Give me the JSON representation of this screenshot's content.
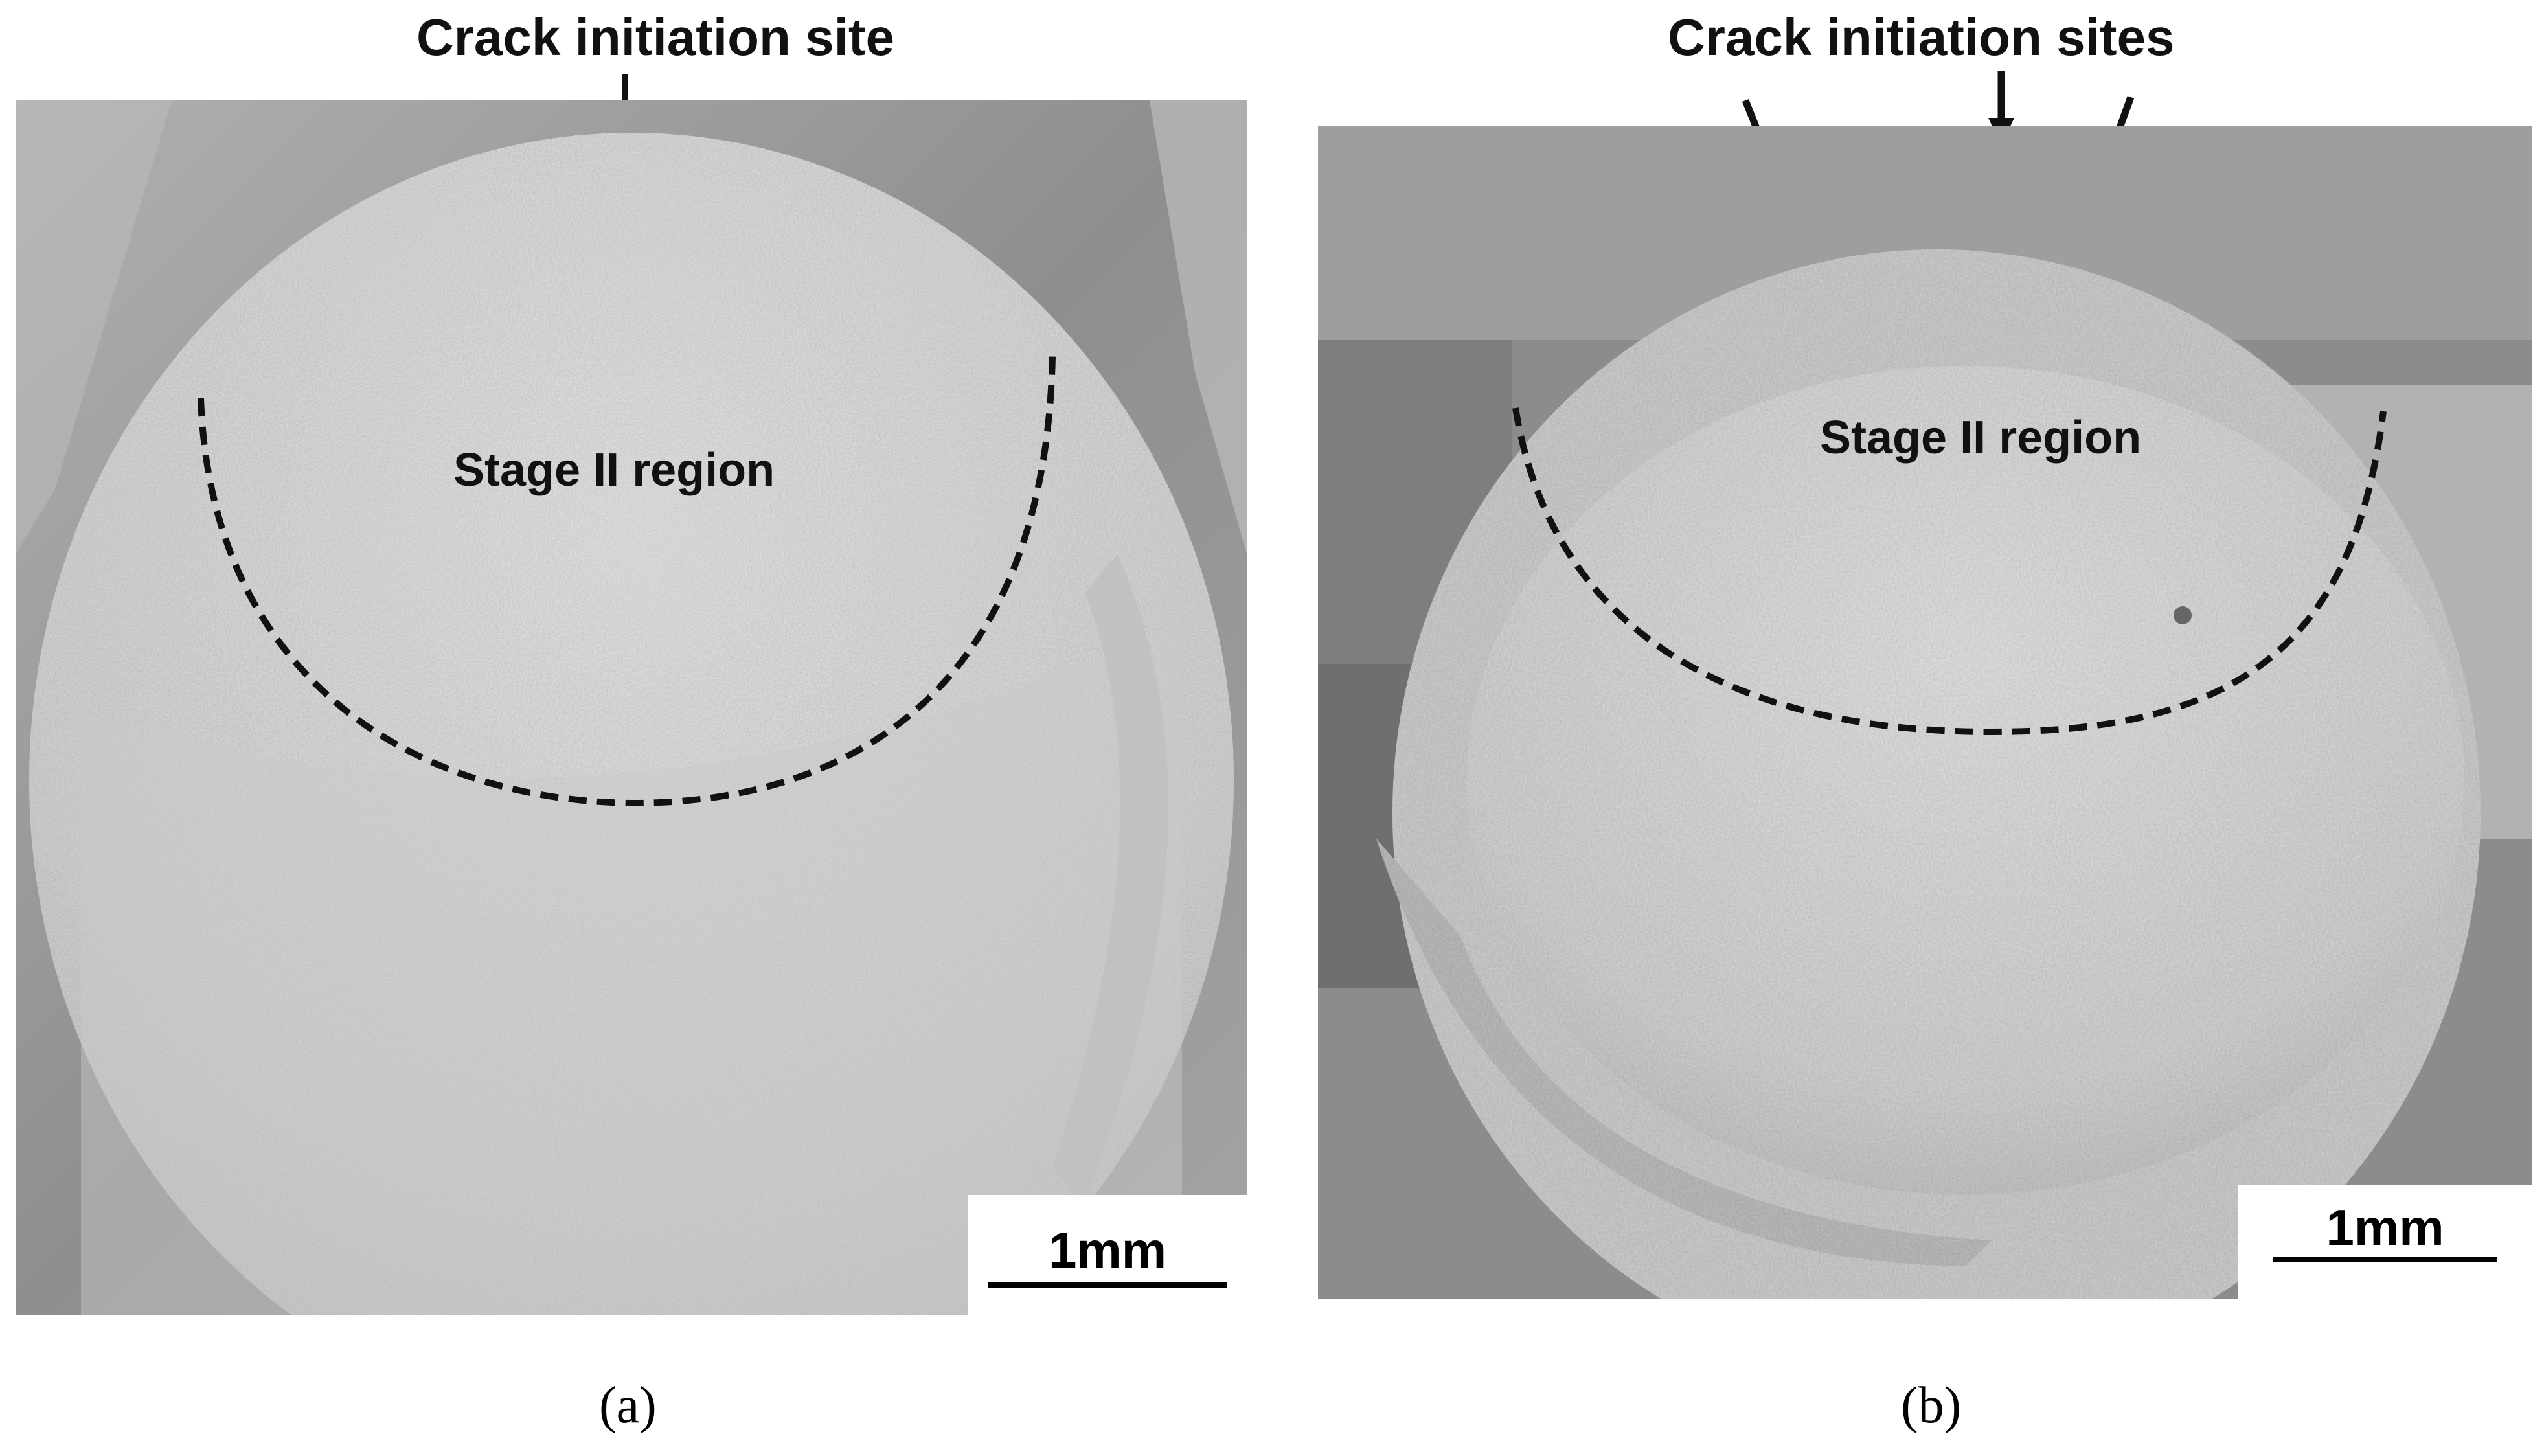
{
  "panel_a": {
    "title": "Crack initiation site",
    "region_label": "Stage II region",
    "scale_label": "1mm",
    "caption_letter": "a"
  },
  "panel_b": {
    "title": "Crack initiation sites",
    "region_label": "Stage II region",
    "scale_label": "1mm",
    "caption_letter": "b"
  },
  "colors": {
    "fracture_surface": "#d6d6d6",
    "background_gray": "#9a9a9a",
    "dashed_line": "#111111",
    "arrow": "#111111"
  }
}
